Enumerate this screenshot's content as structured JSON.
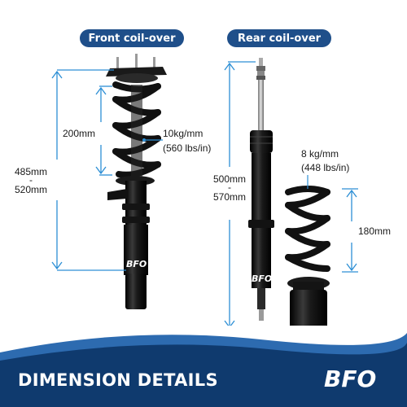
{
  "front": {
    "title": "Front coil-over",
    "spring_length": "200mm",
    "spring_rate": "10kg/mm",
    "spring_rate_lbs": "(560 lbs/in)",
    "length_min": "485mm",
    "length_sep": "-",
    "length_max": "520mm"
  },
  "rear": {
    "title": "Rear coil-over",
    "length_min": "500mm",
    "length_sep": "-",
    "length_max": "570mm",
    "spring_rate": "8 kg/mm",
    "spring_rate_lbs": "(448 lbs/in)",
    "spring_length": "180mm"
  },
  "banner": {
    "title": "DIMENSION DETAILS",
    "brand": "BFO"
  },
  "colors": {
    "accent_blue": "#1f4f8a",
    "banner_dark": "#0f3a6e",
    "banner_light": "#2d6bb0",
    "dimension_line": "#2d8fd5",
    "shock_black": "#111111"
  }
}
